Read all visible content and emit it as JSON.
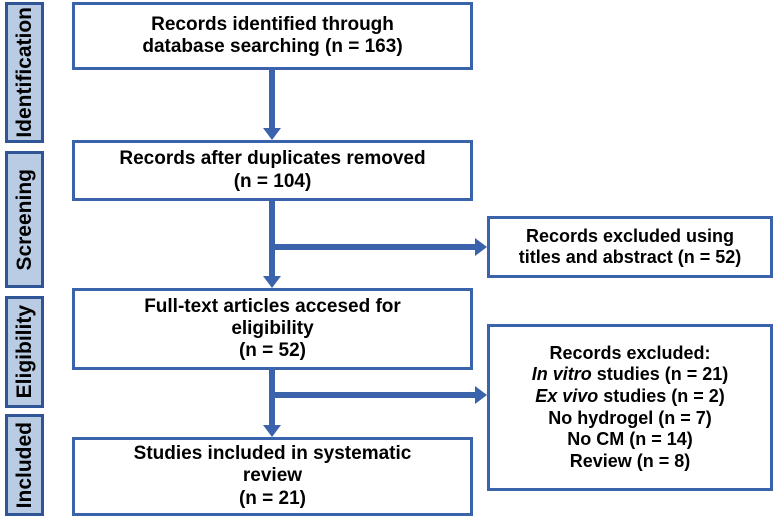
{
  "diagram": {
    "type": "prisma-flow-diagram",
    "accent_color": "#3a63ab",
    "tab_fill_color": "#b9cce4",
    "tab_border_color": "#2f5597",
    "background_color": "#ffffff"
  },
  "stages": [
    {
      "label": "Identification"
    },
    {
      "label": "Screening"
    },
    {
      "label": "Eligibility"
    },
    {
      "label": "Included"
    }
  ],
  "boxes": {
    "identified": {
      "line1": "Records identified through",
      "line2": "database searching (n = 163)",
      "count": 163
    },
    "deduplicated": {
      "line1": "Records after duplicates removed",
      "line2": "(n = 104)",
      "count": 104
    },
    "excluded_screening": {
      "line1": "Records excluded using",
      "line2": "titles and abstract (n = 52)",
      "count": 52
    },
    "fulltext": {
      "line1": "Full-text articles accesed for",
      "line2": "eligibility",
      "line3": "(n = 52)",
      "count": 52
    },
    "excluded_eligibility": {
      "heading": "Records excluded:",
      "reasons": [
        {
          "italic_prefix": "In vitro",
          "rest": " studies (n = 21)",
          "count": 21
        },
        {
          "italic_prefix": "Ex vivo",
          "rest": " studies (n = 2)",
          "count": 2
        },
        {
          "italic_prefix": "",
          "rest": "No hydrogel (n = 7)",
          "count": 7
        },
        {
          "italic_prefix": "",
          "rest": "No CM (n = 14)",
          "count": 14
        },
        {
          "italic_prefix": "",
          "rest": "Review (n = 8)",
          "count": 8
        }
      ]
    },
    "included": {
      "line1": "Studies included in systematic",
      "line2": "review",
      "line3": "(n = 21)",
      "count": 21
    }
  }
}
